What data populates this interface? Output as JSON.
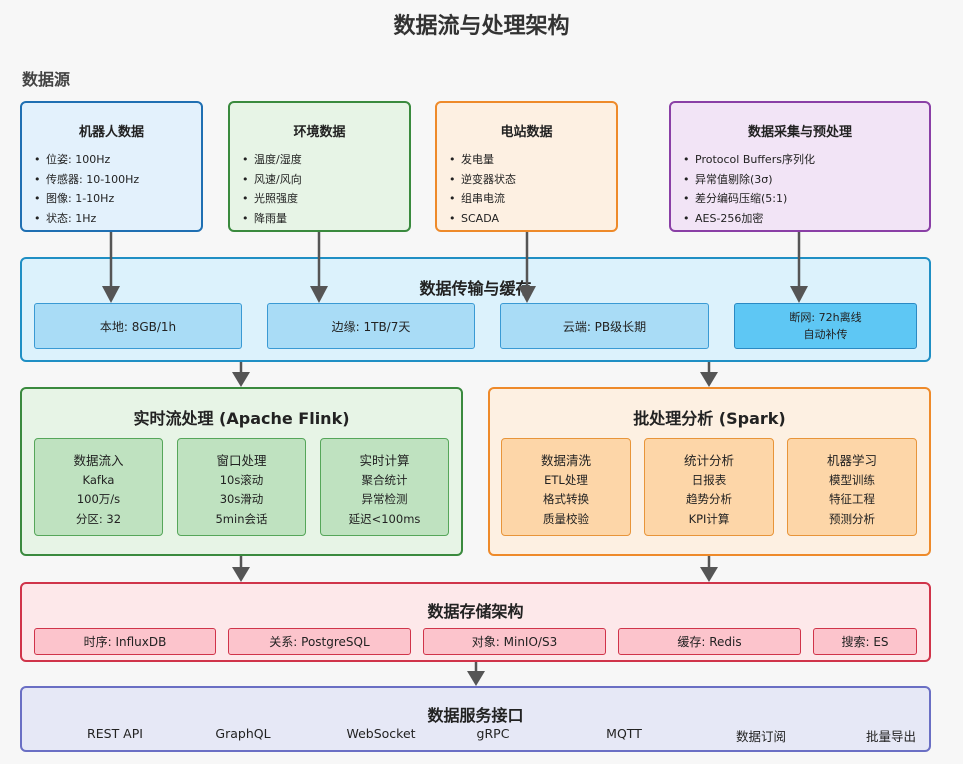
{
  "title": "数据流与处理架构",
  "section_label": "数据源",
  "sources": [
    {
      "title": "机器人数据",
      "items": [
        "位姿: 100Hz",
        "传感器: 10-100Hz",
        "图像: 1-10Hz",
        "状态: 1Hz"
      ]
    },
    {
      "title": "环境数据",
      "items": [
        "温度/湿度",
        "风速/风向",
        "光照强度",
        "降雨量"
      ]
    },
    {
      "title": "电站数据",
      "items": [
        "发电量",
        "逆变器状态",
        "组串电流",
        "SCADA"
      ]
    },
    {
      "title": "数据采集与预处理",
      "items": [
        "Protocol Buffers序列化",
        "异常值剔除(3σ)",
        "差分编码压缩(5:1)",
        "AES-256加密"
      ]
    }
  ],
  "transport": {
    "title": "数据传输与缓存",
    "cells": [
      "本地: 8GB/1h",
      "边缘: 1TB/7天",
      "云端: PB级长期"
    ],
    "offline": [
      "断网: 72h离线",
      "自动补传"
    ]
  },
  "stream": {
    "title": "实时流处理 (Apache Flink)",
    "cols": [
      {
        "head": "数据流入",
        "lines": [
          "Kafka",
          "100万/s",
          "分区: 32"
        ]
      },
      {
        "head": "窗口处理",
        "lines": [
          "10s滚动",
          "30s滑动",
          "5min会话"
        ]
      },
      {
        "head": "实时计算",
        "lines": [
          "聚合统计",
          "异常检测",
          "延迟<100ms"
        ]
      }
    ]
  },
  "batch": {
    "title": "批处理分析 (Spark)",
    "cols": [
      {
        "head": "数据清洗",
        "lines": [
          "ETL处理",
          "格式转换",
          "质量校验"
        ]
      },
      {
        "head": "统计分析",
        "lines": [
          "日报表",
          "趋势分析",
          "KPI计算"
        ]
      },
      {
        "head": "机器学习",
        "lines": [
          "模型训练",
          "特征工程",
          "预测分析"
        ]
      }
    ]
  },
  "storage": {
    "title": "数据存储架构",
    "cells": [
      "时序: InfluxDB",
      "关系: PostgreSQL",
      "对象: MinIO/S3",
      "缓存: Redis",
      "搜索: ES"
    ]
  },
  "service": {
    "title": "数据服务接口",
    "items": [
      "REST API",
      "GraphQL",
      "WebSocket",
      "gRPC",
      "MQTT",
      "数据订阅",
      "批量导出"
    ]
  },
  "colors": {
    "blue": "#1f6fb2",
    "green": "#3a8a3e",
    "orange": "#ee8a2a",
    "purple": "#8a3fa6",
    "red": "#d0344a",
    "indigo": "#6a6fc4",
    "arrow": "#555555"
  }
}
